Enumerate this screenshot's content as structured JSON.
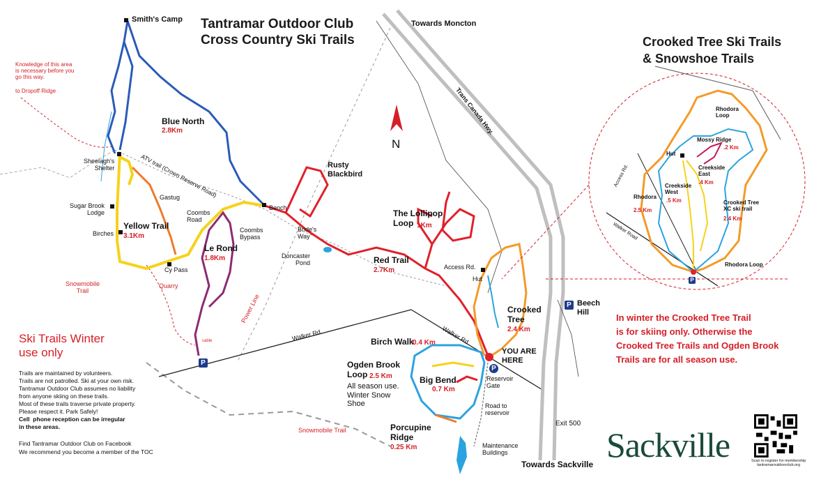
{
  "title": {
    "line1": "Tantramar Outdoor Club",
    "line2": "Cross Country Ski Trails"
  },
  "inset_title": {
    "line1": "Crooked Tree Ski Trails",
    "line2": "& Snowshoe Trails"
  },
  "compass": {
    "label": "N"
  },
  "places": {
    "smiths_camp": "Smith's Camp",
    "towards_moncton": "Towards Moncton",
    "towards_sackville": "Towards Sackville",
    "exit_500": "Exit 500",
    "beech_hill": "Beech\nHill",
    "trans_canada": "Trans Canada Hwy.",
    "atv_trail": "ATV trail (Crown Reserve Road)",
    "walker_rd": "Walker Rd",
    "walker_rd2": "Walker Rd",
    "power_line": "Power Line",
    "access_rd": "Access Rd.",
    "hut": "Hut",
    "you_are_here": "YOU ARE\nHERE",
    "reservoir_gate": "Reservoir\nGate",
    "road_to_reservoir": "Road to\nreservoir",
    "maintenance": "Maintenance\nBuildings",
    "sheelaghs_shelter": "Sheelagh's\nShelter",
    "sugar_brook": "Sugar Brook\nLodge",
    "birches": "Birches",
    "gastug": "Gastug",
    "coombs_road": "Coombs\nRoad",
    "coombs_bypass": "Coombs\nBypass",
    "cy_pass": "Cy Pass",
    "bench": "Bench",
    "brides_way": "Bride's\nWay",
    "doncaster_pond": "Doncaster\nPond",
    "quarry": "Quarry",
    "cable": "cable",
    "snowmobile_trail": "Snowmobile\nTrail",
    "snowmobile_trail2": "Snowmobile Trail",
    "knowledge": "Knowledge of this area\nis necessary before you\ngo this way.",
    "to_dropoff": "to Dropoff Ridge"
  },
  "trails": {
    "blue_north": {
      "name": "Blue North",
      "dist": "2.8Km"
    },
    "yellow": {
      "name": "Yellow Trail",
      "dist": "3.1Km"
    },
    "le_rond": {
      "name": "Le Rond",
      "dist": "1.8Km"
    },
    "rusty": {
      "name": "Rusty\nBlackbird"
    },
    "lollipop": {
      "name": "The Lollipop\nLoop",
      "dist": "1Km"
    },
    "red": {
      "name": "Red Trail",
      "dist": "2.7Km"
    },
    "crooked": {
      "name": "Crooked\nTree",
      "dist": "2.4 Km"
    },
    "birch_walk": {
      "name": "Birch Walk",
      "dist": "0.4 Km"
    },
    "ogden": {
      "name": "Ogden Brook\nLoop",
      "dist": "2.5 Km",
      "note": "All season use.\nWinter Snow\nShoe"
    },
    "big_bend": {
      "name": "Big Bend",
      "dist": "0.7 Km"
    },
    "porcupine": {
      "name": "Porcupine\nRidge",
      "dist": "0.25 Km"
    }
  },
  "inset": {
    "rhodora_loop": "Rhodora\nLoop",
    "mossy": "Mossy Ridge",
    "mossy_dist": ".2 Km",
    "hut": "Hut",
    "creekside_east": "Creekside\nEast",
    "creekside_east_dist": ".4 Km",
    "creekside_west": "Creekside\nWest",
    "creekside_west_dist": ".5 Km",
    "rhodora": "Rhodora",
    "rhodora_dist": "2.5 Km",
    "crooked_xc": "Crooked Tree\nXC ski trail",
    "crooked_xc_dist": "2.4 Km",
    "rhodora_loop_bottom": "Rhodora Loop",
    "access_rd": "Access Rd.",
    "walker_rd": "Walker Road"
  },
  "winter": {
    "headline": "Ski Trails Winter\nuse only"
  },
  "notes": [
    "Trails are maintained by volunteers.",
    "Trails are not patrolled. Ski at your own risk.",
    "Tantramar Outdoor Club assumes no liability",
    "from anyone skiing on these trails.",
    "Most of these trails traverse private property.",
    "Please respect it. Park Safely!"
  ],
  "notes_bold": "Cell  phone reception can be irregular\nin these areas.",
  "facebook": "Find Tantramar Outdoor Club on Facebook",
  "member": "We recommend you become a member of the TOC",
  "callout": "In winter the Crooked Tree Trail\nis for skiing only. Otherwise the\nCrooked Tree Trails and Ogden Brook\nTrails are for all season use.",
  "brand": "Sackville",
  "qr_caption": "Scan to register for membership\ntantramaroutdoorclub.org",
  "parking": "P",
  "colors": {
    "blue": "#2a5bb8",
    "yellow": "#f6d21a",
    "orange": "#ef7a2a",
    "red": "#e0202a",
    "purple": "#8e2a73",
    "lightblue": "#2ba3e0",
    "orange2": "#f39a2a",
    "highway": "#bfbfbf",
    "parking": "#1e3c8c"
  }
}
